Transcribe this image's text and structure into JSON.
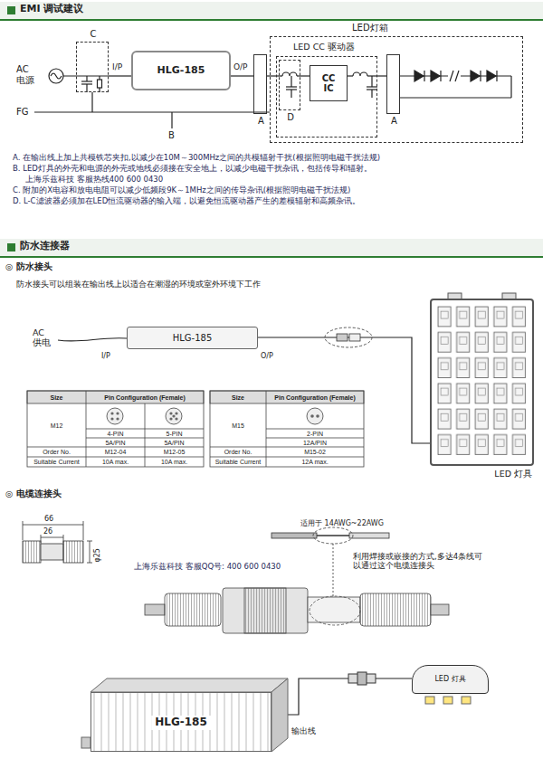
{
  "diagram": {
    "nodes": [
      {
        "text": [
          "C"
        ]
      },
      {
        "text": [
          "HLG-185"
        ]
      },
      {
        "text": [
          "A"
        ]
      },
      {
        "text": [
          "LED灯箱"
        ]
      },
      {
        "text": [
          "LED CC 驱动器"
        ],
        "in": 3
      },
      {
        "text": [
          "D"
        ],
        "in": 4
      },
      {
        "text": [
          "CC IC"
        ],
        "in": 4
      },
      {
        "text": [
          "A"
        ],
        "in": 3
      },
      {
        "text": [
          "HLG-185"
        ]
      },
      {
        "text": [
          "LED 灯具"
        ]
      },
      {
        "text": [
          "HLG-185"
        ]
      },
      {
        "text": [
          "LED 灯具"
        ]
      }
    ],
    "edges": [
      {
        "from": 0,
        "to": 1,
        "arrow": "none"
      },
      {
        "from": 1,
        "to": 2,
        "arrow": "none"
      },
      {
        "from": 2,
        "to": 4,
        "arrow": "none"
      },
      {
        "from": 5,
        "to": 6,
        "arrow": "none"
      },
      {
        "from": 4,
        "to": 7,
        "arrow": "none"
      },
      {
        "from": 8,
        "to": 9,
        "arrow": "none"
      },
      {
        "from": 10,
        "to": 11,
        "arrow": "none"
      }
    ],
    "labels": [
      "EMI 调试建议",
      "AC 电源",
      "I/P",
      "O/P",
      "FG",
      "B",
      "A. 在输出线上加上共模铁芯夹扣,以减少在10M～300MHz之间的共模辐射干扰(根据照明电磁干扰法规)",
      "B. LED灯具的外壳和电源的外壳或地线必须接在安全地上，以减少电磁干扰杂讯，包括传导和辐射。",
      "上海乐兹科技 客服热线400 600 0430",
      "C. 附加的X电容和放电电阻可以减少低频段9K～1MHz之间的传导杂讯(根据照明电磁干扰法规)",
      "D. L-C滤波器必须加在LED恒流驱动器的输入端，以避免恒流驱动器产生的差模辐射和高频杂讯。",
      "防水连接器",
      "◎ 防水接头",
      "防水接头可以组装在输出线上以适合在潮湿的环境或室外环境下工作",
      "AC 供电",
      "I/P",
      "O/P",
      "Size",
      "Pin Configuration (Female)",
      "M12",
      "4-PIN",
      "5-PIN",
      "5A/PIN",
      "5A/PIN",
      "Order No.",
      "M12-04",
      "M12-05",
      "Suitable Current",
      "10A max.",
      "10A max.",
      "Size",
      "Pin Configuration (Female)",
      "M15",
      "2-PIN",
      "12A/PIN",
      "Order No.",
      "M15-02",
      "Suitable Current",
      "12A max.",
      "◎ 电缆连接头",
      "66",
      "26",
      "φ25",
      "适用于 14AWG~22AWG",
      "上海乐兹科技 客服QQ号: 400 600 0430",
      "利用焊接或嵌接的方式,多达4条线可以通过这个电缆连接头",
      "输出线"
    ]
  }
}
